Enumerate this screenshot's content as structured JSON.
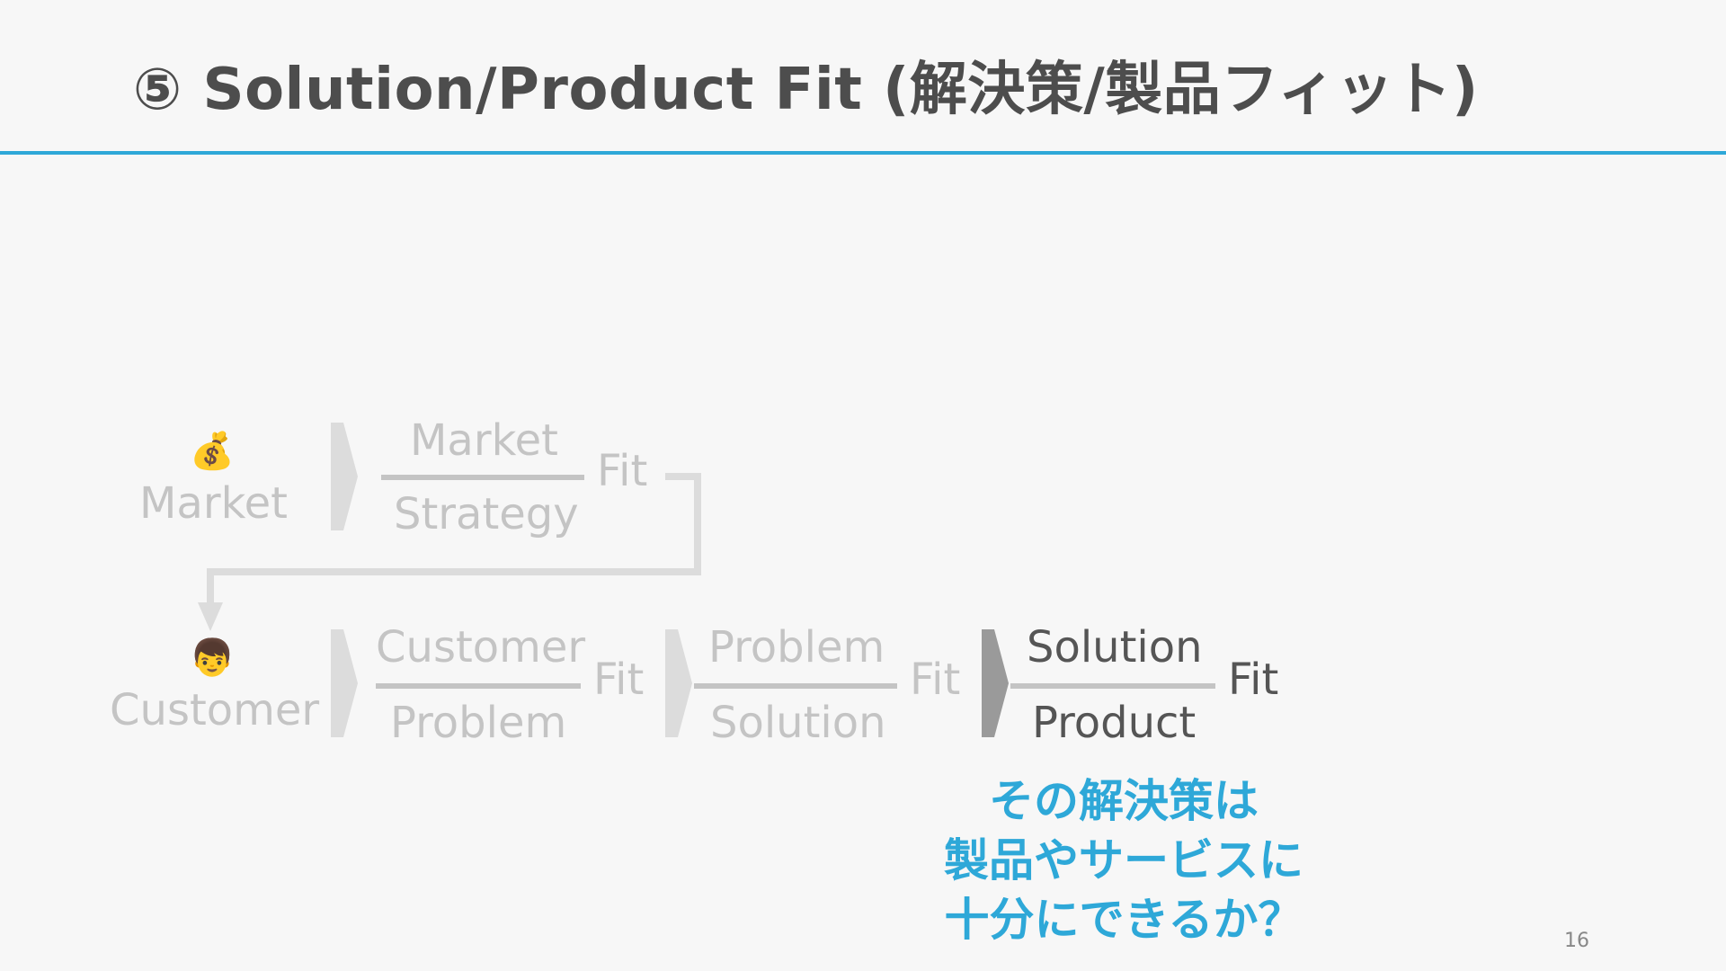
{
  "title": "⑤ Solution/Product Fit (解決策/製品フィット)",
  "row1": {
    "icon": "money-bag-icon",
    "label": "Market",
    "numerator": "Market",
    "denominator": "Strategy",
    "fit": "Fit"
  },
  "row2": {
    "icon": "person-icon",
    "label": "Customer",
    "fit1": {
      "numerator": "Customer",
      "denominator": "Problem",
      "fit": "Fit"
    },
    "fit2": {
      "numerator": "Problem",
      "denominator": "Solution",
      "fit": "Fit"
    },
    "fit3": {
      "numerator": "Solution",
      "denominator": "Product",
      "fit": "Fit"
    }
  },
  "question": [
    "その解決策は",
    "製品やサービスに",
    "十分にできるか？"
  ],
  "page_number": "16",
  "colors": {
    "accent": "#2ea8d8",
    "faded": "#c4c4c4",
    "active": "#555555",
    "active_arrow": "#9a9a9a",
    "faded_arrow": "#dcdcdc"
  }
}
